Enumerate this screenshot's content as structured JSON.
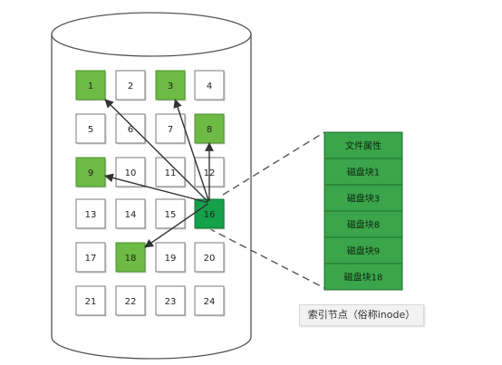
{
  "colors": {
    "green_light": "#6dbb45",
    "green_dark": "#15a04a",
    "index_green": "#3aa54a",
    "block_border": "#7a7a7a",
    "arrow": "#333333"
  },
  "disk_blocks": [
    {
      "label": "1",
      "state": "data"
    },
    {
      "label": "2",
      "state": "empty"
    },
    {
      "label": "3",
      "state": "data"
    },
    {
      "label": "4",
      "state": "empty"
    },
    {
      "label": "5",
      "state": "empty"
    },
    {
      "label": "6",
      "state": "empty"
    },
    {
      "label": "7",
      "state": "empty"
    },
    {
      "label": "8",
      "state": "data"
    },
    {
      "label": "9",
      "state": "data"
    },
    {
      "label": "10",
      "state": "empty"
    },
    {
      "label": "11",
      "state": "empty"
    },
    {
      "label": "12",
      "state": "empty"
    },
    {
      "label": "13",
      "state": "empty"
    },
    {
      "label": "14",
      "state": "empty"
    },
    {
      "label": "15",
      "state": "empty"
    },
    {
      "label": "16",
      "state": "index"
    },
    {
      "label": "17",
      "state": "empty"
    },
    {
      "label": "18",
      "state": "data"
    },
    {
      "label": "19",
      "state": "empty"
    },
    {
      "label": "20",
      "state": "empty"
    },
    {
      "label": "21",
      "state": "empty"
    },
    {
      "label": "22",
      "state": "empty"
    },
    {
      "label": "23",
      "state": "empty"
    },
    {
      "label": "24",
      "state": "empty"
    }
  ],
  "pointers": {
    "from": "16",
    "to": [
      "1",
      "3",
      "8",
      "9",
      "18"
    ]
  },
  "inode": {
    "rows": [
      "文件属性",
      "磁盘块1",
      "磁盘块3",
      "磁盘块8",
      "磁盘块9",
      "磁盘块18"
    ],
    "caption": "索引节点（俗称inode）"
  }
}
